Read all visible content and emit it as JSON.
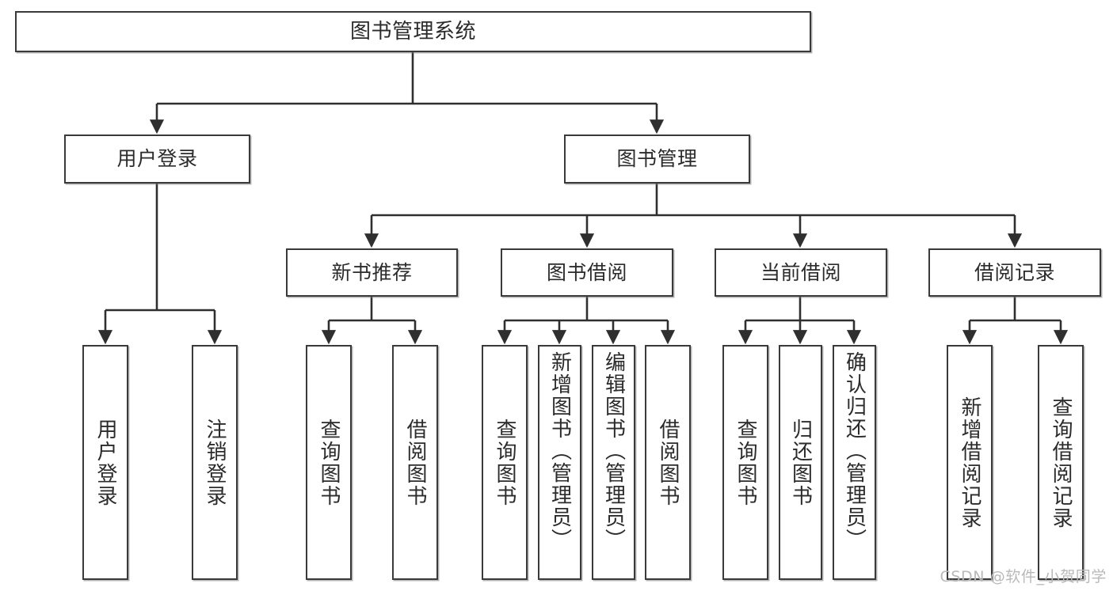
{
  "diagram": {
    "title": "图书管理系统",
    "type": "tree",
    "colors": {
      "node_border": "#3a3a3a",
      "node_fill": "#ffffff",
      "connector": "#2f2f2f",
      "text": "#2b2b2b",
      "watermark": "#b9b9b9",
      "background": "#ffffff"
    },
    "watermark": "CSDN @软件_小贺同学",
    "nodes": {
      "root": {
        "label": "图书管理系统",
        "level": 1,
        "orientation": "horizontal"
      },
      "user_login": {
        "label": "用户登录",
        "level": 2,
        "orientation": "horizontal"
      },
      "book_manage": {
        "label": "图书管理",
        "level": 2,
        "orientation": "horizontal"
      },
      "new_book_rec": {
        "label": "新书推荐",
        "level": 3,
        "orientation": "horizontal"
      },
      "book_borrow": {
        "label": "图书借阅",
        "level": 3,
        "orientation": "horizontal"
      },
      "current_borrow": {
        "label": "当前借阅",
        "level": 3,
        "orientation": "horizontal"
      },
      "borrow_record": {
        "label": "借阅记录",
        "level": 3,
        "orientation": "horizontal"
      },
      "leaf_user_login": {
        "label": "用户登录",
        "level": 3,
        "orientation": "vertical"
      },
      "leaf_user_logout": {
        "label": "注销登录",
        "level": 3,
        "orientation": "vertical"
      },
      "leaf_rec_query": {
        "label": "查询图书",
        "level": 4,
        "orientation": "vertical"
      },
      "leaf_rec_borrow": {
        "label": "借阅图书",
        "level": 4,
        "orientation": "vertical"
      },
      "leaf_borrow_query": {
        "label": "查询图书",
        "level": 4,
        "orientation": "vertical"
      },
      "leaf_borrow_add": {
        "label": "新增图书（管理员）",
        "level": 4,
        "orientation": "vertical"
      },
      "leaf_borrow_edit": {
        "label": "编辑图书（管理员）",
        "level": 4,
        "orientation": "vertical"
      },
      "leaf_borrow_lend": {
        "label": "借阅图书",
        "level": 4,
        "orientation": "vertical"
      },
      "leaf_cur_query": {
        "label": "查询图书",
        "level": 4,
        "orientation": "vertical"
      },
      "leaf_cur_return": {
        "label": "归还图书",
        "level": 4,
        "orientation": "vertical"
      },
      "leaf_cur_confirm": {
        "label": "确认归还（管理员）",
        "level": 4,
        "orientation": "vertical"
      },
      "leaf_rec_add": {
        "label": "新增借阅记录",
        "level": 4,
        "orientation": "vertical"
      },
      "leaf_rec_query2": {
        "label": "查询借阅记录",
        "level": 4,
        "orientation": "vertical"
      }
    },
    "edges": [
      {
        "from": "root",
        "to": "user_login"
      },
      {
        "from": "root",
        "to": "book_manage"
      },
      {
        "from": "user_login",
        "to": "leaf_user_login"
      },
      {
        "from": "user_login",
        "to": "leaf_user_logout"
      },
      {
        "from": "book_manage",
        "to": "new_book_rec"
      },
      {
        "from": "book_manage",
        "to": "book_borrow"
      },
      {
        "from": "book_manage",
        "to": "current_borrow"
      },
      {
        "from": "book_manage",
        "to": "borrow_record"
      },
      {
        "from": "new_book_rec",
        "to": "leaf_rec_query"
      },
      {
        "from": "new_book_rec",
        "to": "leaf_rec_borrow"
      },
      {
        "from": "book_borrow",
        "to": "leaf_borrow_query"
      },
      {
        "from": "book_borrow",
        "to": "leaf_borrow_add"
      },
      {
        "from": "book_borrow",
        "to": "leaf_borrow_edit"
      },
      {
        "from": "book_borrow",
        "to": "leaf_borrow_lend"
      },
      {
        "from": "current_borrow",
        "to": "leaf_cur_query"
      },
      {
        "from": "current_borrow",
        "to": "leaf_cur_return"
      },
      {
        "from": "current_borrow",
        "to": "leaf_cur_confirm"
      },
      {
        "from": "borrow_record",
        "to": "leaf_rec_add"
      },
      {
        "from": "borrow_record",
        "to": "leaf_rec_query2"
      }
    ]
  }
}
